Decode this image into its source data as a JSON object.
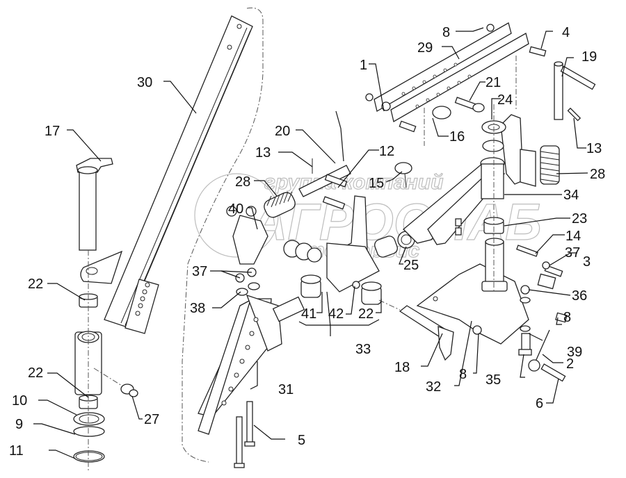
{
  "diagram": {
    "type": "exploded-parts-diagram",
    "watermark": {
      "line1": "группа компаний",
      "line2": "АГРОСНАБ",
      "line3": "техсервис"
    },
    "colors": {
      "line": "#222222",
      "background": "#ffffff",
      "watermark": "#bdbdbd"
    },
    "callouts": [
      {
        "id": "c8a",
        "label": "8"
      },
      {
        "id": "c4",
        "label": "4"
      },
      {
        "id": "c29",
        "label": "29"
      },
      {
        "id": "c19",
        "label": "19"
      },
      {
        "id": "c1",
        "label": "1"
      },
      {
        "id": "c21",
        "label": "21"
      },
      {
        "id": "c24",
        "label": "24"
      },
      {
        "id": "c16",
        "label": "16"
      },
      {
        "id": "c13a",
        "label": "13"
      },
      {
        "id": "c30",
        "label": "30"
      },
      {
        "id": "c17",
        "label": "17"
      },
      {
        "id": "c20",
        "label": "20"
      },
      {
        "id": "c13b",
        "label": "13"
      },
      {
        "id": "c12",
        "label": "12"
      },
      {
        "id": "c28a",
        "label": "28"
      },
      {
        "id": "c15",
        "label": "15"
      },
      {
        "id": "c28b",
        "label": "28"
      },
      {
        "id": "c34",
        "label": "34"
      },
      {
        "id": "c40",
        "label": "40"
      },
      {
        "id": "c23",
        "label": "23"
      },
      {
        "id": "c14",
        "label": "14"
      },
      {
        "id": "c37a",
        "label": "37"
      },
      {
        "id": "c25",
        "label": "25"
      },
      {
        "id": "c37b",
        "label": "37"
      },
      {
        "id": "c3",
        "label": "3"
      },
      {
        "id": "c22a",
        "label": "22"
      },
      {
        "id": "c36",
        "label": "36"
      },
      {
        "id": "c38",
        "label": "38"
      },
      {
        "id": "c41",
        "label": "41"
      },
      {
        "id": "c42",
        "label": "42"
      },
      {
        "id": "c22b",
        "label": "22"
      },
      {
        "id": "c8b",
        "label": "8"
      },
      {
        "id": "c33",
        "label": "33"
      },
      {
        "id": "c39",
        "label": "39"
      },
      {
        "id": "c22c",
        "label": "22"
      },
      {
        "id": "c18",
        "label": "18"
      },
      {
        "id": "c2",
        "label": "2"
      },
      {
        "id": "c8c",
        "label": "8"
      },
      {
        "id": "c31",
        "label": "31"
      },
      {
        "id": "c35",
        "label": "35"
      },
      {
        "id": "c32",
        "label": "32"
      },
      {
        "id": "c10",
        "label": "10"
      },
      {
        "id": "c6",
        "label": "6"
      },
      {
        "id": "c27",
        "label": "27"
      },
      {
        "id": "c9",
        "label": "9"
      },
      {
        "id": "c5",
        "label": "5"
      },
      {
        "id": "c11",
        "label": "11"
      }
    ]
  }
}
